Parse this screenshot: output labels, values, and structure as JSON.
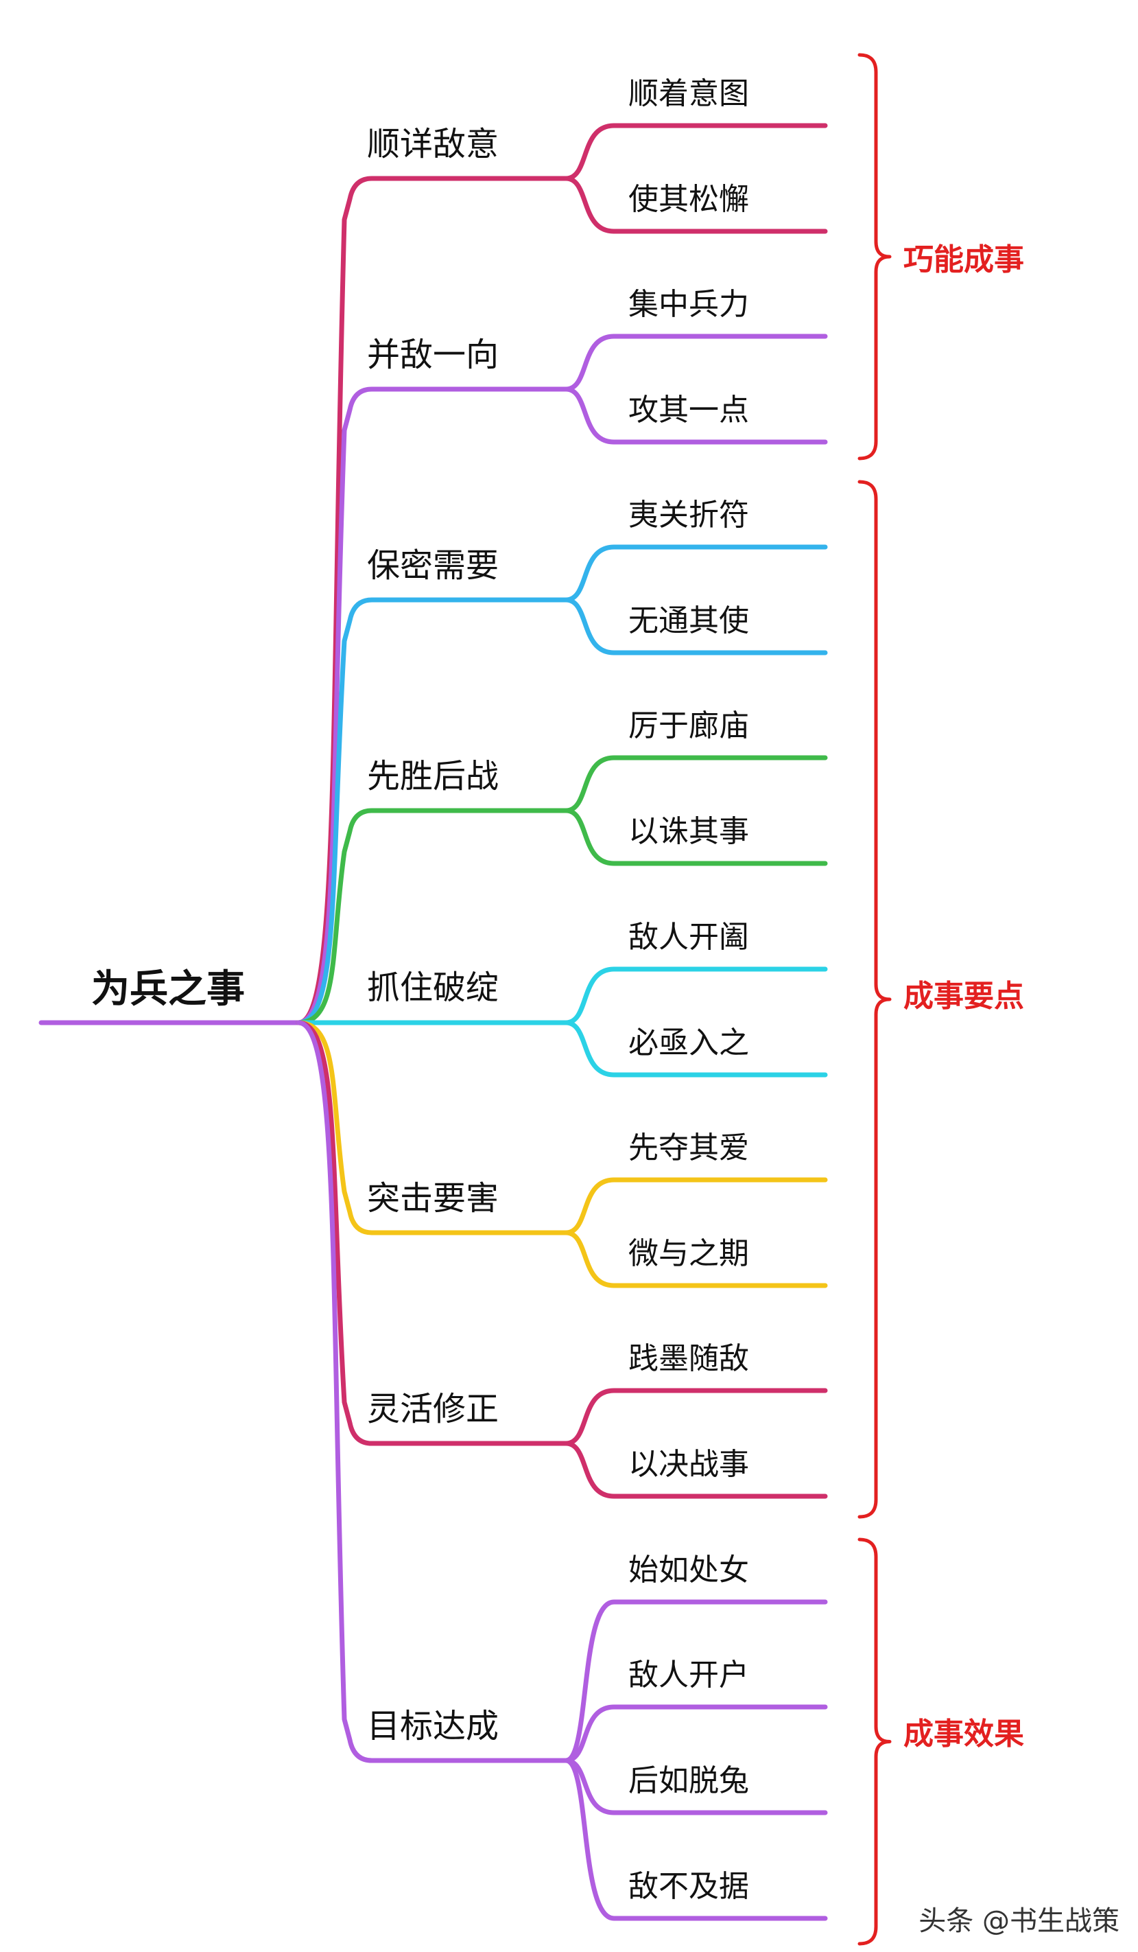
{
  "root": {
    "label": "为兵之事",
    "color": "#b05ee0"
  },
  "branches": [
    {
      "label": "顺详敌意",
      "color": "#cf2f6a",
      "children": [
        "顺着意图",
        "使其松懈"
      ]
    },
    {
      "label": "并敌一向",
      "color": "#b05ee0",
      "children": [
        "集中兵力",
        "攻其一点"
      ]
    },
    {
      "label": "保密需要",
      "color": "#33b3ec",
      "children": [
        "夷关折符",
        "无通其使"
      ]
    },
    {
      "label": "先胜后战",
      "color": "#3fba4a",
      "children": [
        "厉于廊庙",
        "以诛其事"
      ]
    },
    {
      "label": "抓住破绽",
      "color": "#2bd2e6",
      "children": [
        "敌人开阖",
        "必亟入之"
      ]
    },
    {
      "label": "突击要害",
      "color": "#f4c418",
      "children": [
        "先夺其爱",
        "微与之期"
      ]
    },
    {
      "label": "灵活修正",
      "color": "#cf2f6a",
      "children": [
        "践墨随敌",
        "以决战事"
      ]
    },
    {
      "label": "目标达成",
      "color": "#b05ee0",
      "children": [
        "始如处女",
        "敌人开户",
        "后如脱兔",
        "敌不及据"
      ]
    }
  ],
  "groups": [
    {
      "label": "巧能成事",
      "color": "#e32020"
    },
    {
      "label": "成事要点",
      "color": "#e32020"
    },
    {
      "label": "成事效果",
      "color": "#e32020"
    }
  ],
  "watermark": "头条 @书生战策"
}
